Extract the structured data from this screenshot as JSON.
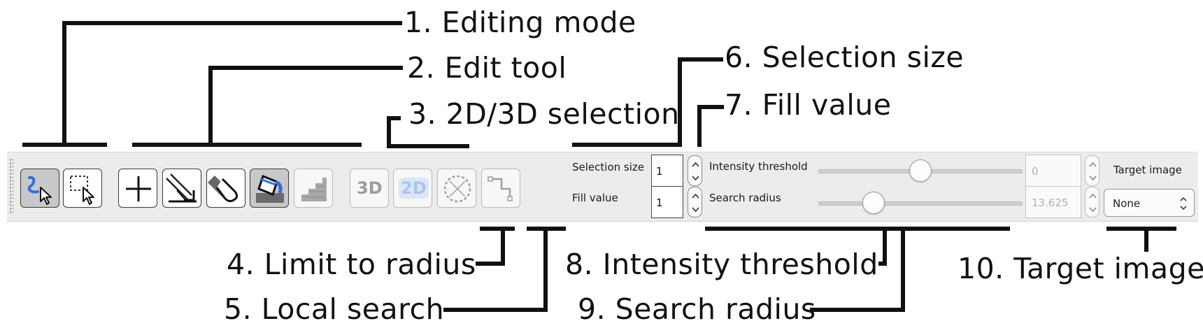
{
  "annotations": [
    {
      "id": "editing_mode",
      "label": "1. Editing mode"
    },
    {
      "id": "edit_tool",
      "label": "2. Edit tool"
    },
    {
      "id": "selection_2d3d",
      "label": "3. 2D/3D selection"
    },
    {
      "id": "limit_radius",
      "label": "4. Limit to radius"
    },
    {
      "id": "local_search",
      "label": "5. Local search"
    },
    {
      "id": "selection_size",
      "label": "6. Selection size"
    },
    {
      "id": "fill_value",
      "label": "7. Fill value"
    },
    {
      "id": "intensity_threshold",
      "label": "8. Intensity threshold"
    },
    {
      "id": "search_radius",
      "label": "9. Search radius"
    },
    {
      "id": "target_image",
      "label": "10. Target image"
    }
  ],
  "toolbar": {
    "editing_mode": {
      "buttons": [
        {
          "icon": "trace-select-icon",
          "checked": true
        },
        {
          "icon": "region-select-icon",
          "checked": false
        }
      ]
    },
    "edit_tools": {
      "buttons": [
        {
          "icon": "crosshair-icon",
          "checked": false
        },
        {
          "icon": "pencil-icon",
          "checked": false
        },
        {
          "icon": "eraser-icon",
          "checked": false
        },
        {
          "icon": "paint-bucket-icon",
          "checked": true
        },
        {
          "icon": "staircase-icon",
          "checked": false,
          "disabled": true
        }
      ]
    },
    "selection_dim": {
      "btn_3d": "3D",
      "btn_2d": "2D",
      "active": "2D"
    },
    "limit_to_radius_icon": "dashed-circle-icon",
    "local_search_icon": "path-connector-icon",
    "selection_size": {
      "label": "Selection size",
      "value": "1"
    },
    "fill_value": {
      "label": "Fill value",
      "value": "1"
    },
    "intensity_threshold": {
      "label": "Intensity threshold",
      "value": "0",
      "slider_fraction": 0.5
    },
    "search_radius": {
      "label": "Search radius",
      "value": "13.625",
      "slider_fraction": 0.27
    },
    "target_image": {
      "label": "Target image",
      "value": "None"
    }
  },
  "colors": {
    "annotation_line": "#111111",
    "toolbar_bg": "#ececec",
    "accent_blue": "#2f6fe0",
    "active_2d_bg": "#bcd3f2"
  }
}
